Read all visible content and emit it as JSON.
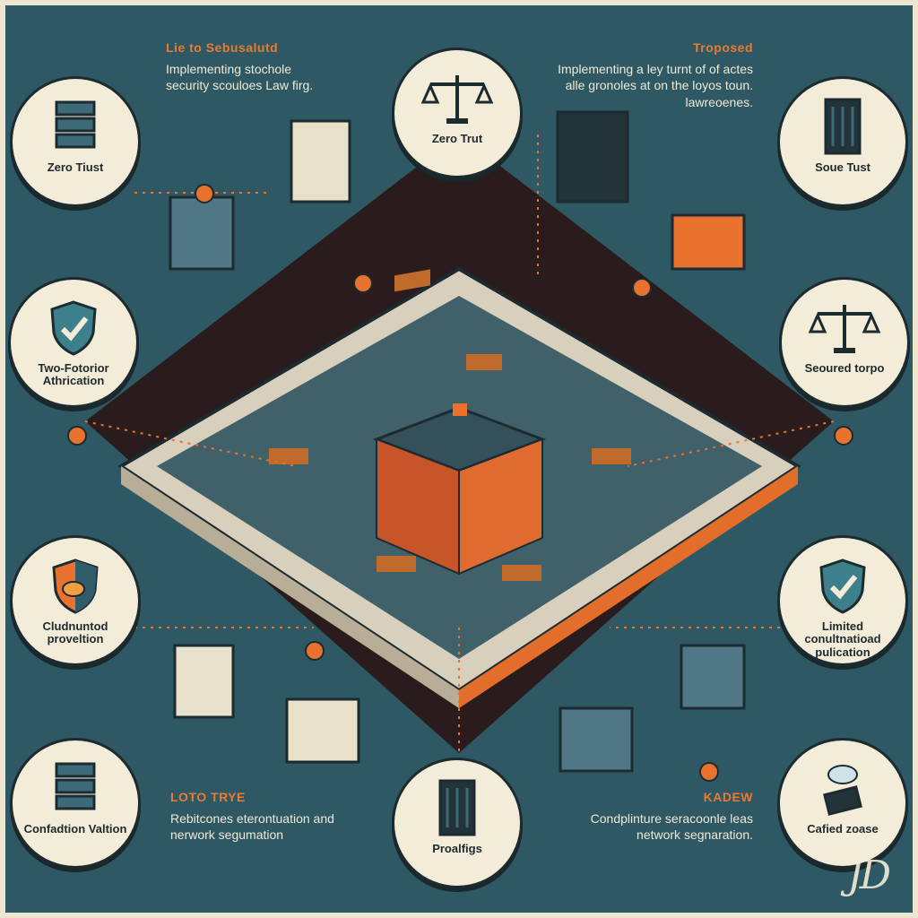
{
  "texts": {
    "top_left_heading": "Lie to Sebusalutd",
    "top_left_body": "Implementing stochole security scouloes Law firg.",
    "top_right_heading": "Troposed",
    "top_right_body": "Implementing a ley turnt of of actes alle gronoles at on the loyos toun. lawreoenes.",
    "bottom_left_heading": "LOTO TRYE",
    "bottom_left_body": "Rebitcones eterontuation and nerwork segumation",
    "bottom_right_heading": "KADEW",
    "bottom_right_body": "Condplinture seracoonle leas network segnaration."
  },
  "badges": [
    {
      "label": "Zero Tiust",
      "icon": "server-stack-icon"
    },
    {
      "label": "Zero Trut",
      "icon": "scales-icon"
    },
    {
      "label": "Soue Tust",
      "icon": "server-rack-icon"
    },
    {
      "label": "Two-Fotorior Athrication",
      "icon": "shield-check-icon"
    },
    {
      "label": "Seoured torpo",
      "icon": "scales-icon"
    },
    {
      "label": "Cludnuntod proveltion",
      "icon": "shield-coin-icon"
    },
    {
      "label": "Limited conultnatioad pulication",
      "icon": "shield-check-icon"
    },
    {
      "label": "Confadtion Valtion",
      "icon": "server-stack-icon"
    },
    {
      "label": "Proalfigs",
      "icon": "server-rack-icon"
    },
    {
      "label": "Cafied zoase",
      "icon": "id-card-icon"
    }
  ],
  "colors": {
    "background": "#2e5863",
    "accent": "#e9722e",
    "badge": "#f3ecd8",
    "floor": "#2a1c1c"
  }
}
